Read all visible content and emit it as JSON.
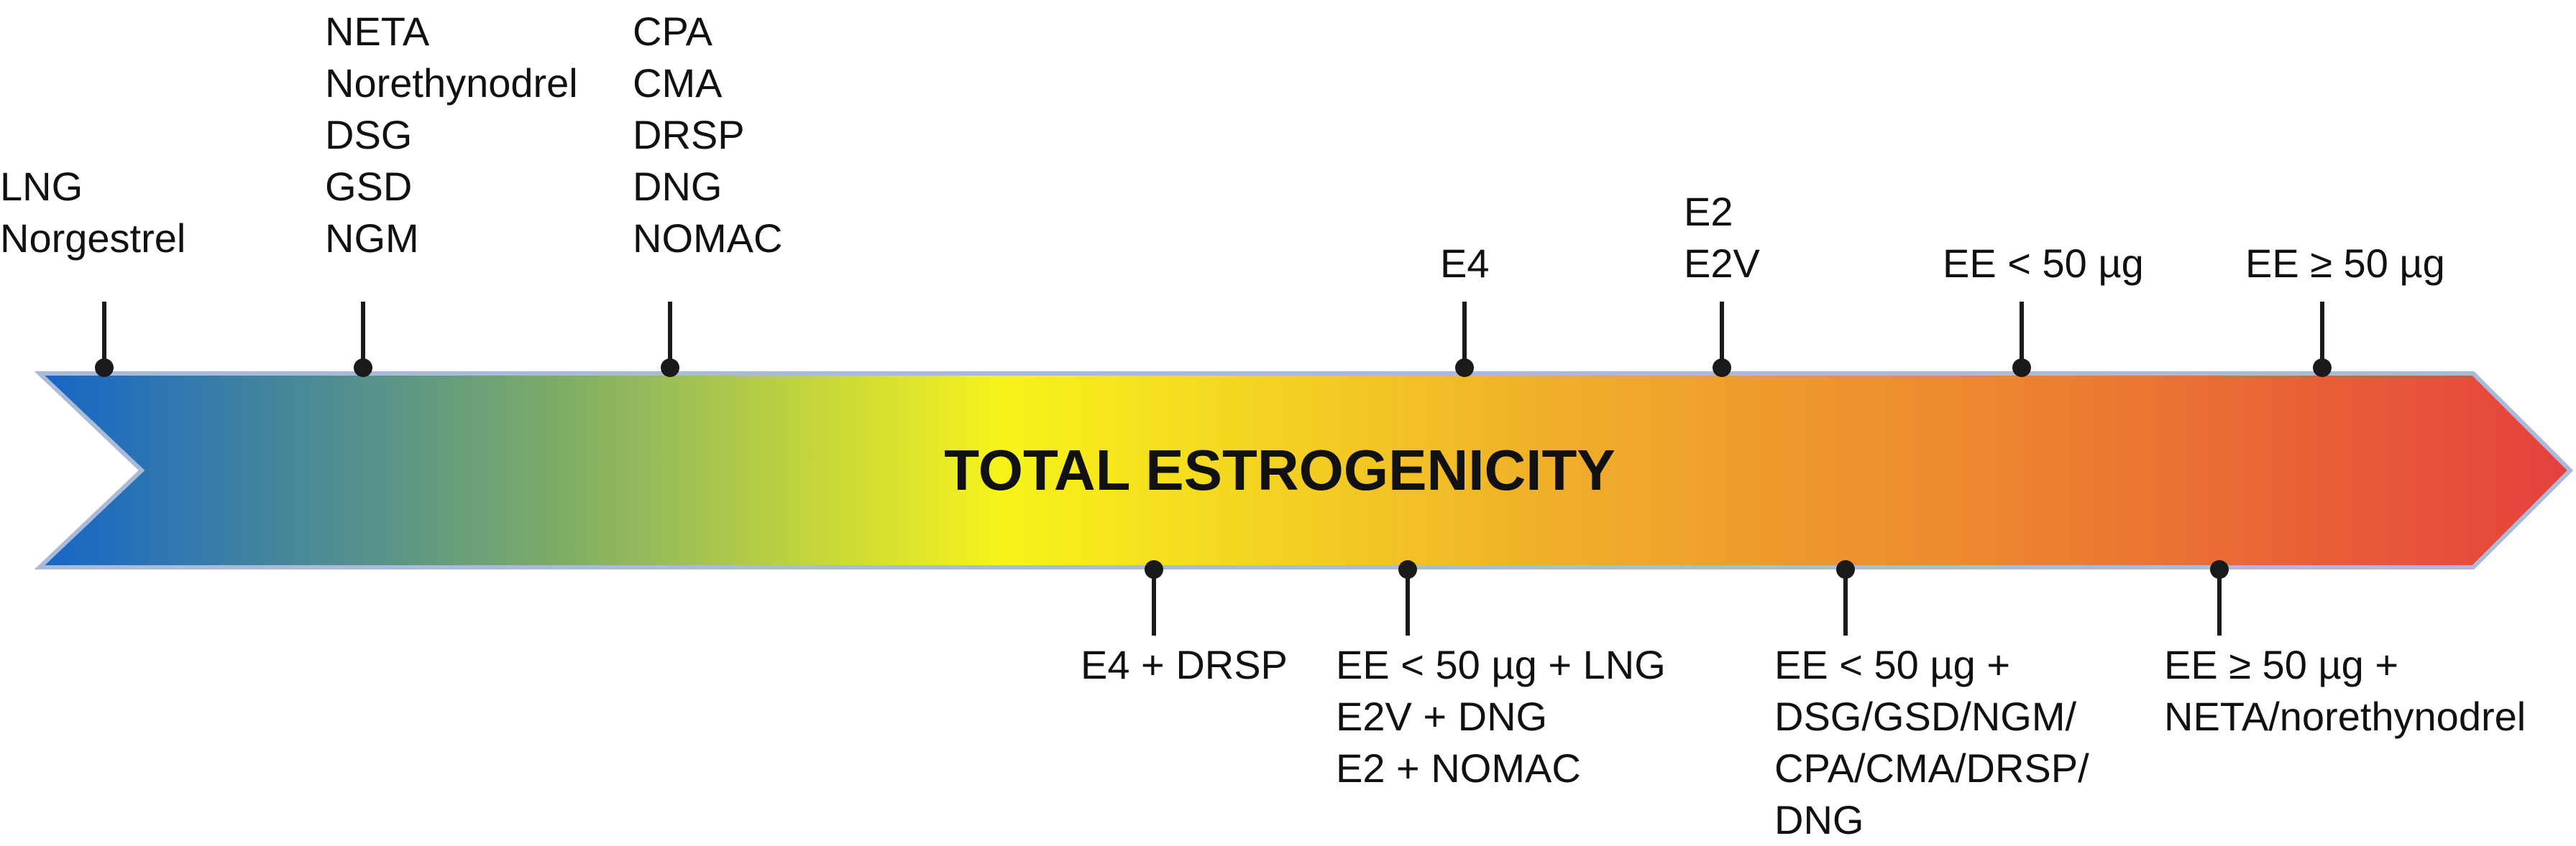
{
  "title": "TOTAL ESTROGENICITY",
  "gradient_colors": [
    "#1565c8",
    "#7aaa6a",
    "#f7f41a",
    "#f0ae2a",
    "#ec7f30",
    "#e5403e"
  ],
  "border_color": "#a9bbd8",
  "stem_color": "#1a1a1a",
  "top_markers": [
    {
      "lines": [
        "LNG",
        "Norgestrel"
      ]
    },
    {
      "lines": [
        "NETA",
        "Norethynodrel",
        "DSG",
        "GSD",
        "NGM"
      ]
    },
    {
      "lines": [
        "CPA",
        "CMA",
        "DRSP",
        "DNG",
        "NOMAC"
      ]
    },
    {
      "lines": [
        "E4"
      ]
    },
    {
      "lines": [
        "E2",
        "E2V"
      ]
    },
    {
      "lines": [
        "EE < 50 µg"
      ]
    },
    {
      "lines": [
        "EE ≥ 50 µg"
      ]
    }
  ],
  "bottom_markers": [
    {
      "lines": [
        "E4 + DRSP"
      ]
    },
    {
      "lines": [
        "EE < 50 µg + LNG",
        "E2V + DNG",
        "E2 + NOMAC"
      ]
    },
    {
      "lines": [
        "EE < 50 µg +",
        "DSG/GSD/NGM/",
        "CPA/CMA/DRSP/",
        "DNG"
      ]
    },
    {
      "lines": [
        "EE ≥ 50 µg +",
        "NETA/norethynodrel"
      ]
    }
  ]
}
